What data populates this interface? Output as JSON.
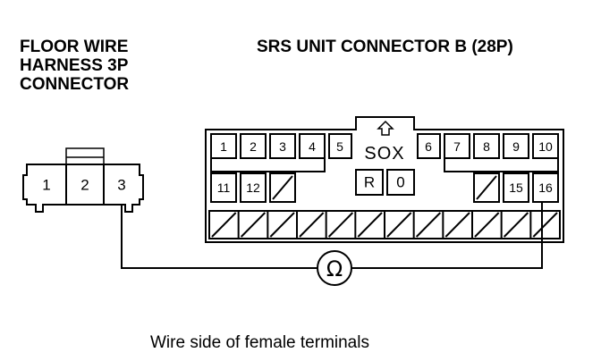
{
  "floor_harness": {
    "title_lines": [
      "FLOOR WIRE",
      "HARNESS 3P",
      "CONNECTOR"
    ],
    "pins": [
      "1",
      "2",
      "3"
    ]
  },
  "srs_unit": {
    "title": "SRS UNIT CONNECTOR B (28P)",
    "row1": [
      "1",
      "2",
      "3",
      "4",
      "5",
      "6",
      "7",
      "8",
      "9",
      "10"
    ],
    "row2_left": [
      "11",
      "12"
    ],
    "row2_right": [
      "15",
      "16"
    ],
    "sox_label": "SOX",
    "keys": [
      "R",
      "0"
    ]
  },
  "meter_symbol": "Ω",
  "caption": "Wire side of female terminals"
}
